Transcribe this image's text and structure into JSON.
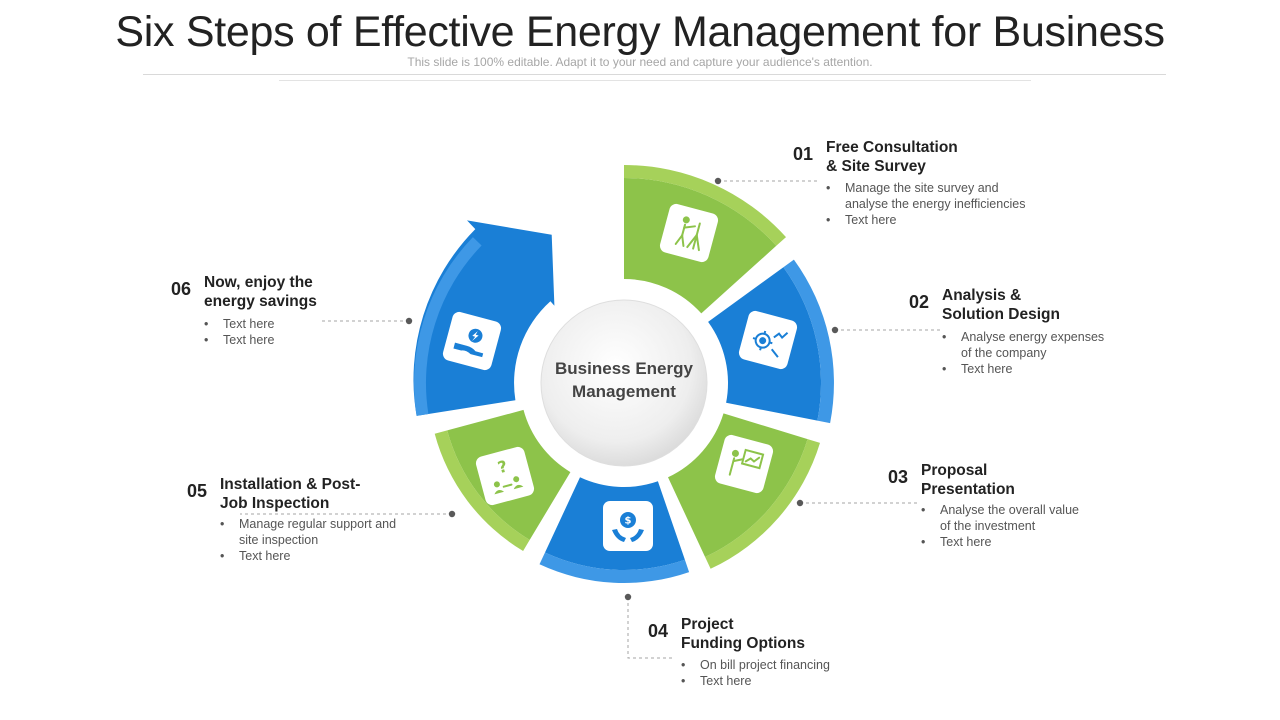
{
  "title": "Six Steps of Effective Energy Management for Business",
  "subtitle": "This slide is 100% editable. Adapt it to your need and capture your audience's attention.",
  "center": {
    "line1": "Business Energy",
    "line2": "Management"
  },
  "colors": {
    "green": "#8dc34a",
    "green_light": "#a6d15a",
    "blue": "#1a7fd6",
    "blue_light": "#3e98e6",
    "hub": "#e6e6e6"
  },
  "steps": [
    {
      "num": "01",
      "title1": "Free Consultation",
      "title2": "& Site Survey",
      "b1a": "Manage the site survey  and",
      "b1b": "analyse the energy inefficiencies",
      "b2": "Text here",
      "icon": "surveyor-icon"
    },
    {
      "num": "02",
      "title1": "Analysis &",
      "title2": "Solution Design",
      "b1a": "Analyse energy expenses",
      "b1b": "of the company",
      "b2": "Text here",
      "icon": "gear-chart-icon"
    },
    {
      "num": "03",
      "title1": "Proposal",
      "title2": "Presentation",
      "b1a": "Analyse the overall  value",
      "b1b": "of the investment",
      "b2": "Text here",
      "icon": "presentation-icon"
    },
    {
      "num": "04",
      "title1": "Project",
      "title2": "Funding Options",
      "b1a": "On bill project financing",
      "b1b": "",
      "b2": "Text here",
      "icon": "money-hand-icon"
    },
    {
      "num": "05",
      "title1": "Installation & Post-",
      "title2": "Job Inspection",
      "b1a": "Manage regular  support and",
      "b1b": "site inspection",
      "b2": "Text here",
      "icon": "question-team-icon"
    },
    {
      "num": "06",
      "title1": "Now, enjoy the",
      "title2": "energy savings",
      "b1a": "Text here",
      "b1b": "",
      "b2": "Text here",
      "icon": "energy-hand-icon"
    }
  ]
}
